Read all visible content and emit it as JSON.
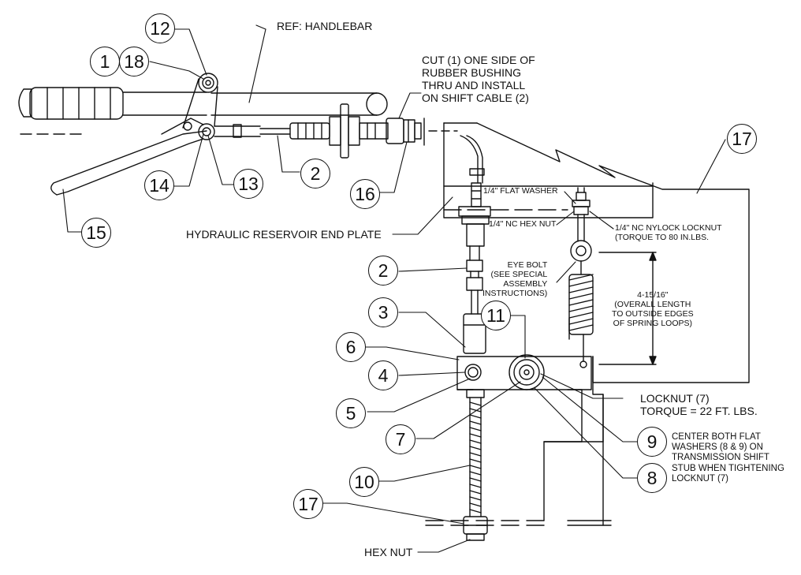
{
  "callouts": {
    "c1": "1",
    "c18": "18",
    "c12": "12",
    "c14": "14",
    "c13": "13",
    "c2a": "2",
    "c16": "16",
    "c15": "15",
    "c17a": "17",
    "c2b": "2",
    "c3": "3",
    "c11": "11",
    "c6": "6",
    "c4": "4",
    "c5": "5",
    "c7": "7",
    "c9": "9",
    "c8": "8",
    "c10": "10",
    "c17b": "17"
  },
  "notes": {
    "handlebar": "REF: HANDLEBAR",
    "cut_bushing": "CUT (1) ONE SIDE OF\nRUBBER BUSHING\nTHRU AND INSTALL\nON SHIFT CABLE (2)",
    "flat_washer": "1/4\" FLAT WASHER",
    "nc_hex_nut": "1/4\" NC HEX NUT",
    "nylock": "1/4\" NC NYLOCK LOCKNUT\n(TORQUE TO 80 IN.LBS.",
    "end_plate": "HYDRAULIC RESERVOIR END PLATE",
    "eye_bolt": "EYE BOLT\n(SEE SPECIAL\nASSEMBLY\nINSTRUCTIONS)",
    "spring_length": "4-15/16\"\n(OVERALL LENGTH\nTO OUTSIDE EDGES\nOF SPRING LOOPS)",
    "locknut": "LOCKNUT (7)\nTORQUE = 22 FT. LBS.",
    "center_washers": "CENTER BOTH FLAT\nWASHERS (8 & 9) ON\nTRANSMISSION SHIFT\nSTUB WHEN TIGHTENING\nLOCKNUT (7)",
    "hex_nut": "HEX NUT"
  },
  "colors": {
    "ink": "#111111",
    "background": "#ffffff"
  }
}
